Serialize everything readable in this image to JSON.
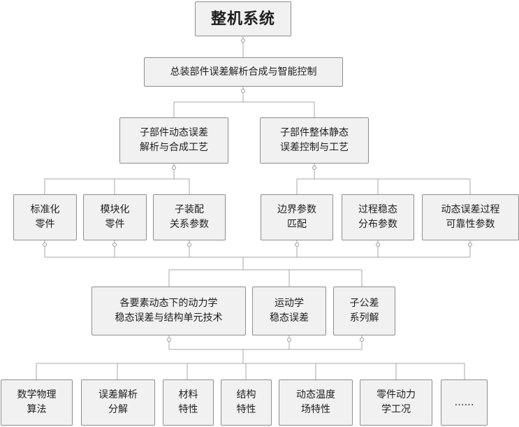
{
  "nodes": {
    "root": "整机系统",
    "l1": "总装部件误差解析合成与智能控制",
    "l2": [
      "子部件动态误差\n解析与合成工艺",
      "子部件整体静态\n误差控制与工艺"
    ],
    "l3": [
      "标准化\n零件",
      "模块化\n零件",
      "子装配\n关系参数",
      "边界参数\n匹配",
      "过程稳态\n分布参数",
      "动态误差过程\n可靠性参数"
    ],
    "l4": [
      "各要素动态下的动力学\n稳态误差与结构单元技术",
      "运动学\n稳态误差",
      "子公差\n系列解"
    ],
    "l5": [
      "数学物理\n算法",
      "误差解析\n分解",
      "材料\n特性",
      "结构\n特性",
      "动态温度\n场特性",
      "零件动力\n学工况",
      "……"
    ]
  }
}
